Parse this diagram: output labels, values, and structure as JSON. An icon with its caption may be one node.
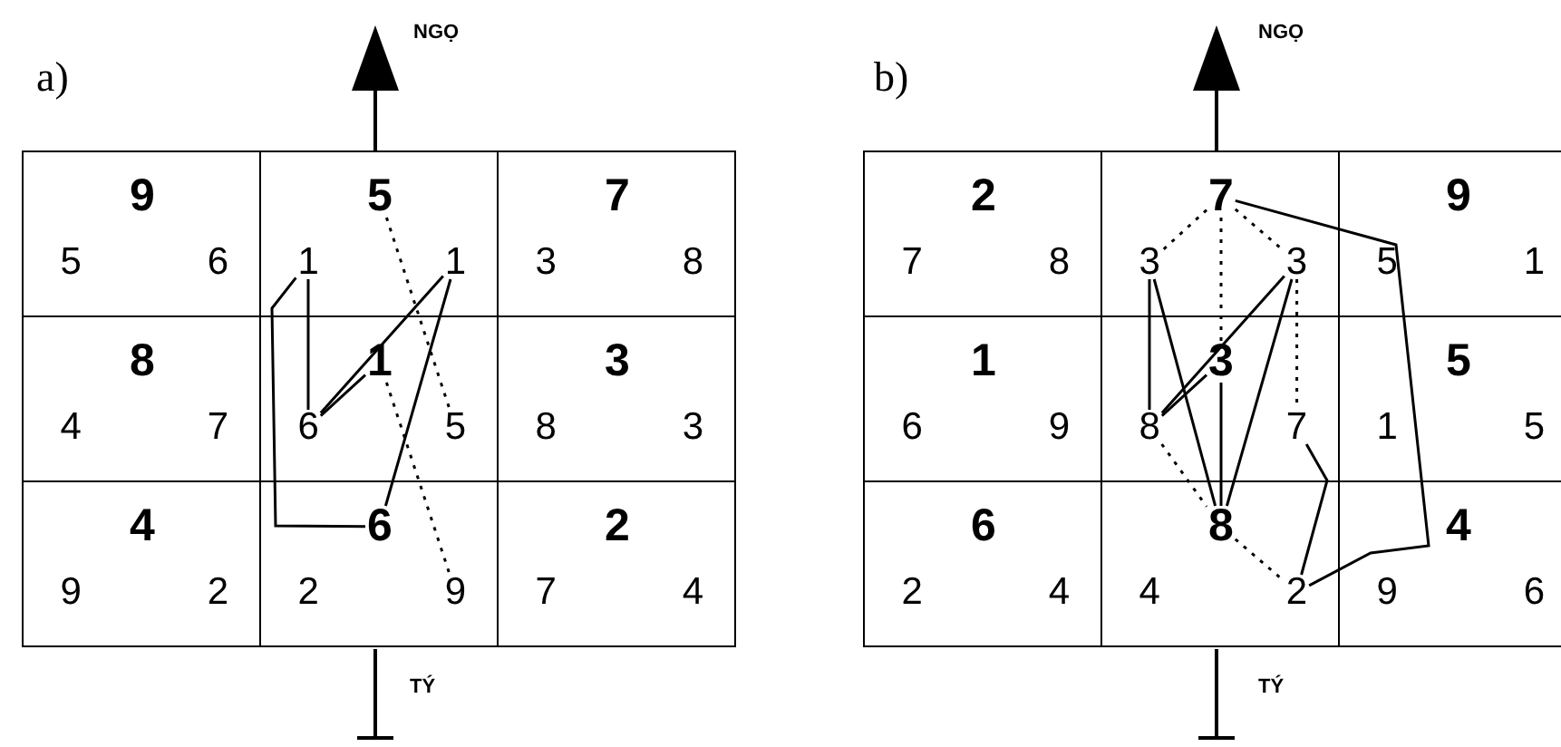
{
  "diagram": {
    "nodes": [
      {
        "text": [],
        "shape": "box"
      },
      {
        "text": [
          "9"
        ],
        "in": 0
      },
      {
        "text": [
          "5"
        ],
        "in": 0
      },
      {
        "text": [
          "6"
        ],
        "in": 0
      },
      {
        "text": [],
        "shape": "box"
      },
      {
        "text": [
          "5"
        ],
        "in": 4
      },
      {
        "text": [
          "1"
        ],
        "in": 4
      },
      {
        "text": [
          "1"
        ],
        "in": 4
      },
      {
        "text": [],
        "shape": "box"
      },
      {
        "text": [
          "7"
        ],
        "in": 8
      },
      {
        "text": [
          "3"
        ],
        "in": 8
      },
      {
        "text": [
          "8"
        ],
        "in": 8
      },
      {
        "text": [],
        "shape": "box"
      },
      {
        "text": [
          "8"
        ],
        "in": 12
      },
      {
        "text": [
          "4"
        ],
        "in": 12
      },
      {
        "text": [
          "7"
        ],
        "in": 12
      },
      {
        "text": [],
        "shape": "box"
      },
      {
        "text": [
          "1"
        ],
        "in": 16
      },
      {
        "text": [
          "6"
        ],
        "in": 16
      },
      {
        "text": [
          "5"
        ],
        "in": 16
      },
      {
        "text": [],
        "shape": "box"
      },
      {
        "text": [
          "3"
        ],
        "in": 20
      },
      {
        "text": [
          "8"
        ],
        "in": 20
      },
      {
        "text": [
          "3"
        ],
        "in": 20
      },
      {
        "text": [],
        "shape": "box"
      },
      {
        "text": [
          "4"
        ],
        "in": 24
      },
      {
        "text": [
          "9"
        ],
        "in": 24
      },
      {
        "text": [
          "2"
        ],
        "in": 24
      },
      {
        "text": [],
        "shape": "box"
      },
      {
        "text": [
          "6"
        ],
        "in": 28
      },
      {
        "text": [
          "2"
        ],
        "in": 28
      },
      {
        "text": [
          "9"
        ],
        "in": 28
      },
      {
        "text": [],
        "shape": "box"
      },
      {
        "text": [
          "2"
        ],
        "in": 32
      },
      {
        "text": [
          "7"
        ],
        "in": 32
      },
      {
        "text": [
          "4"
        ],
        "in": 32
      },
      {
        "text": [],
        "shape": "box"
      },
      {
        "text": [
          "2"
        ],
        "in": 36
      },
      {
        "text": [
          "7"
        ],
        "in": 36
      },
      {
        "text": [
          "8"
        ],
        "in": 36
      },
      {
        "text": [],
        "shape": "box"
      },
      {
        "text": [
          "7"
        ],
        "in": 40
      },
      {
        "text": [
          "3"
        ],
        "in": 40
      },
      {
        "text": [
          "3"
        ],
        "in": 40
      },
      {
        "text": [],
        "shape": "box"
      },
      {
        "text": [
          "9"
        ],
        "in": 44
      },
      {
        "text": [
          "5"
        ],
        "in": 44
      },
      {
        "text": [
          "1"
        ],
        "in": 44
      },
      {
        "text": [],
        "shape": "box"
      },
      {
        "text": [
          "1"
        ],
        "in": 48
      },
      {
        "text": [
          "6"
        ],
        "in": 48
      },
      {
        "text": [
          "9"
        ],
        "in": 48
      },
      {
        "text": [],
        "shape": "box"
      },
      {
        "text": [
          "3"
        ],
        "in": 52
      },
      {
        "text": [
          "8"
        ],
        "in": 52
      },
      {
        "text": [
          "7"
        ],
        "in": 52
      },
      {
        "text": [],
        "shape": "box"
      },
      {
        "text": [
          "5"
        ],
        "in": 56
      },
      {
        "text": [
          "1"
        ],
        "in": 56
      },
      {
        "text": [
          "5"
        ],
        "in": 56
      },
      {
        "text": [],
        "shape": "box"
      },
      {
        "text": [
          "6"
        ],
        "in": 60
      },
      {
        "text": [
          "2"
        ],
        "in": 60
      },
      {
        "text": [
          "4"
        ],
        "in": 60
      },
      {
        "text": [],
        "shape": "box"
      },
      {
        "text": [
          "8"
        ],
        "in": 64
      },
      {
        "text": [
          "4"
        ],
        "in": 64
      },
      {
        "text": [
          "2"
        ],
        "in": 64
      },
      {
        "text": [],
        "shape": "box"
      },
      {
        "text": [
          "4"
        ],
        "in": 68
      },
      {
        "text": [
          "9"
        ],
        "in": 68
      },
      {
        "text": [
          "6"
        ],
        "in": 68
      }
    ],
    "edges": [
      {
        "from": 6,
        "to": 18,
        "arrow": "none"
      },
      {
        "from": 18,
        "to": 7,
        "arrow": "none"
      },
      {
        "from": 7,
        "to": 29,
        "arrow": "none"
      },
      {
        "from": 18,
        "to": 17,
        "arrow": "none"
      },
      {
        "from": 6,
        "to": 29,
        "arrow": "none"
      },
      {
        "from": 5,
        "to": 19,
        "arrow": "none",
        "style": "dashed"
      },
      {
        "from": 17,
        "to": 31,
        "arrow": "none",
        "style": "dashed"
      },
      {
        "from": 41,
        "to": 42,
        "arrow": "none",
        "style": "dashed"
      },
      {
        "from": 41,
        "to": 43,
        "arrow": "none",
        "style": "dashed"
      },
      {
        "from": 41,
        "to": 53,
        "arrow": "none",
        "style": "dashed"
      },
      {
        "from": 43,
        "to": 55,
        "arrow": "none",
        "style": "dashed"
      },
      {
        "from": 54,
        "to": 65,
        "arrow": "none",
        "style": "dashed"
      },
      {
        "from": 65,
        "to": 67,
        "arrow": "none",
        "style": "dashed"
      },
      {
        "from": 41,
        "to": 67,
        "arrow": "none"
      },
      {
        "from": 42,
        "to": 54,
        "arrow": "none"
      },
      {
        "from": 42,
        "to": 65,
        "arrow": "none"
      },
      {
        "from": 43,
        "to": 54,
        "arrow": "none"
      },
      {
        "from": 43,
        "to": 65,
        "arrow": "none"
      },
      {
        "from": 53,
        "to": 54,
        "arrow": "none"
      },
      {
        "from": 53,
        "to": 65,
        "arrow": "none"
      },
      {
        "from": 55,
        "to": 67,
        "arrow": "none"
      }
    ],
    "labels": [
      "a)",
      "NGỌ",
      "b)",
      "NGỌ",
      "TÝ",
      "TÝ"
    ]
  }
}
